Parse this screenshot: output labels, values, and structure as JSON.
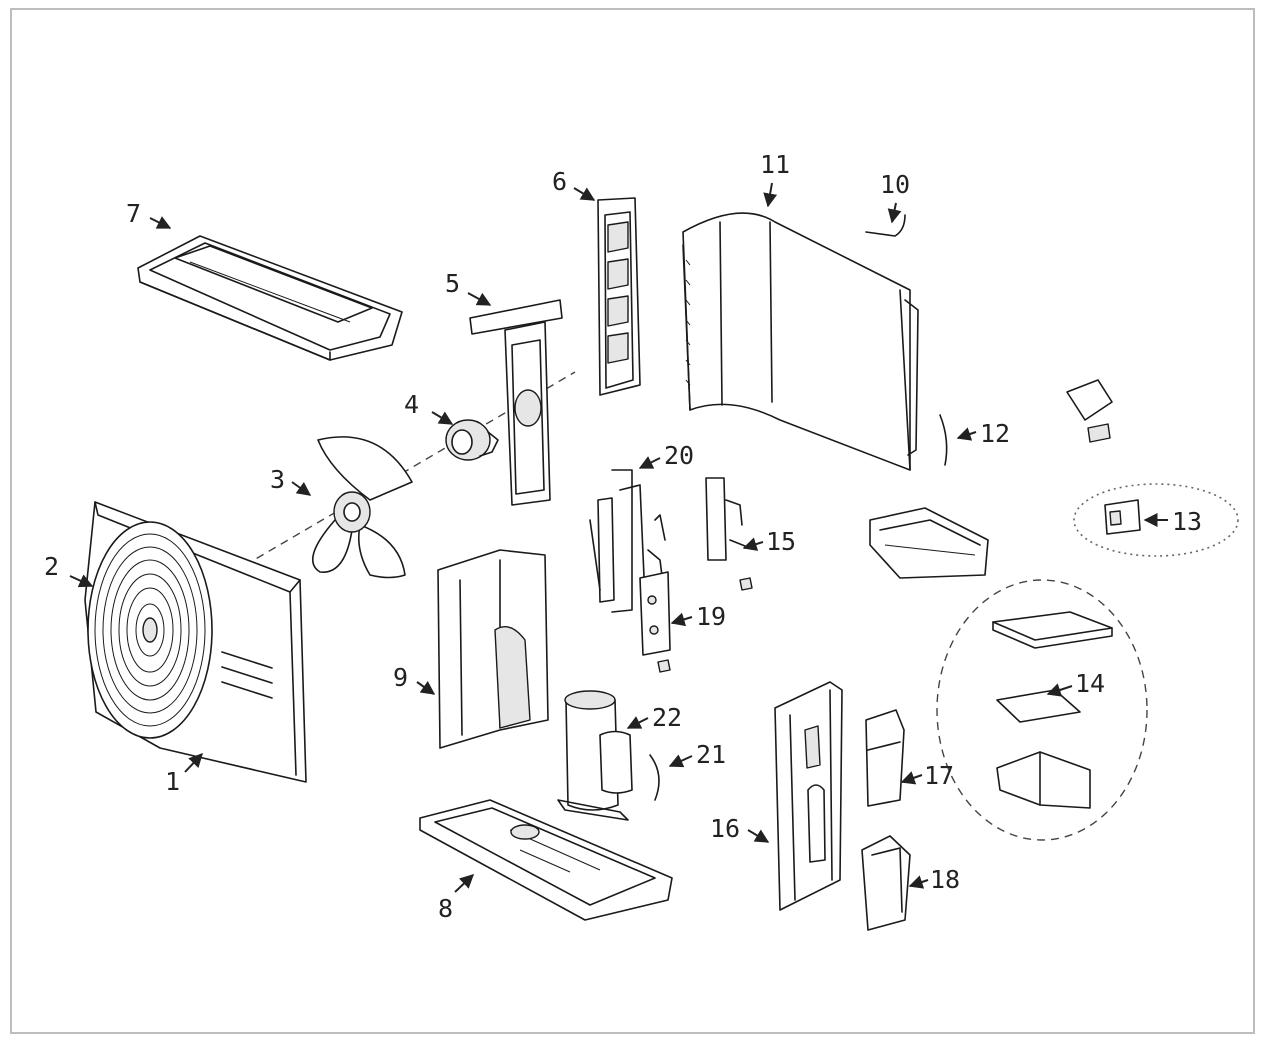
{
  "diagram": {
    "labels": {
      "p1": "1",
      "p2": "2",
      "p3": "3",
      "p4": "4",
      "p5": "5",
      "p6": "6",
      "p7": "7",
      "p8": "8",
      "p9": "9",
      "p10": "10",
      "p11": "11",
      "p12": "12",
      "p13": "13",
      "p14": "14",
      "p15": "15",
      "p16": "16",
      "p17": "17",
      "p18": "18",
      "p19": "19",
      "p20": "20",
      "p21": "21",
      "p22": "22"
    }
  }
}
